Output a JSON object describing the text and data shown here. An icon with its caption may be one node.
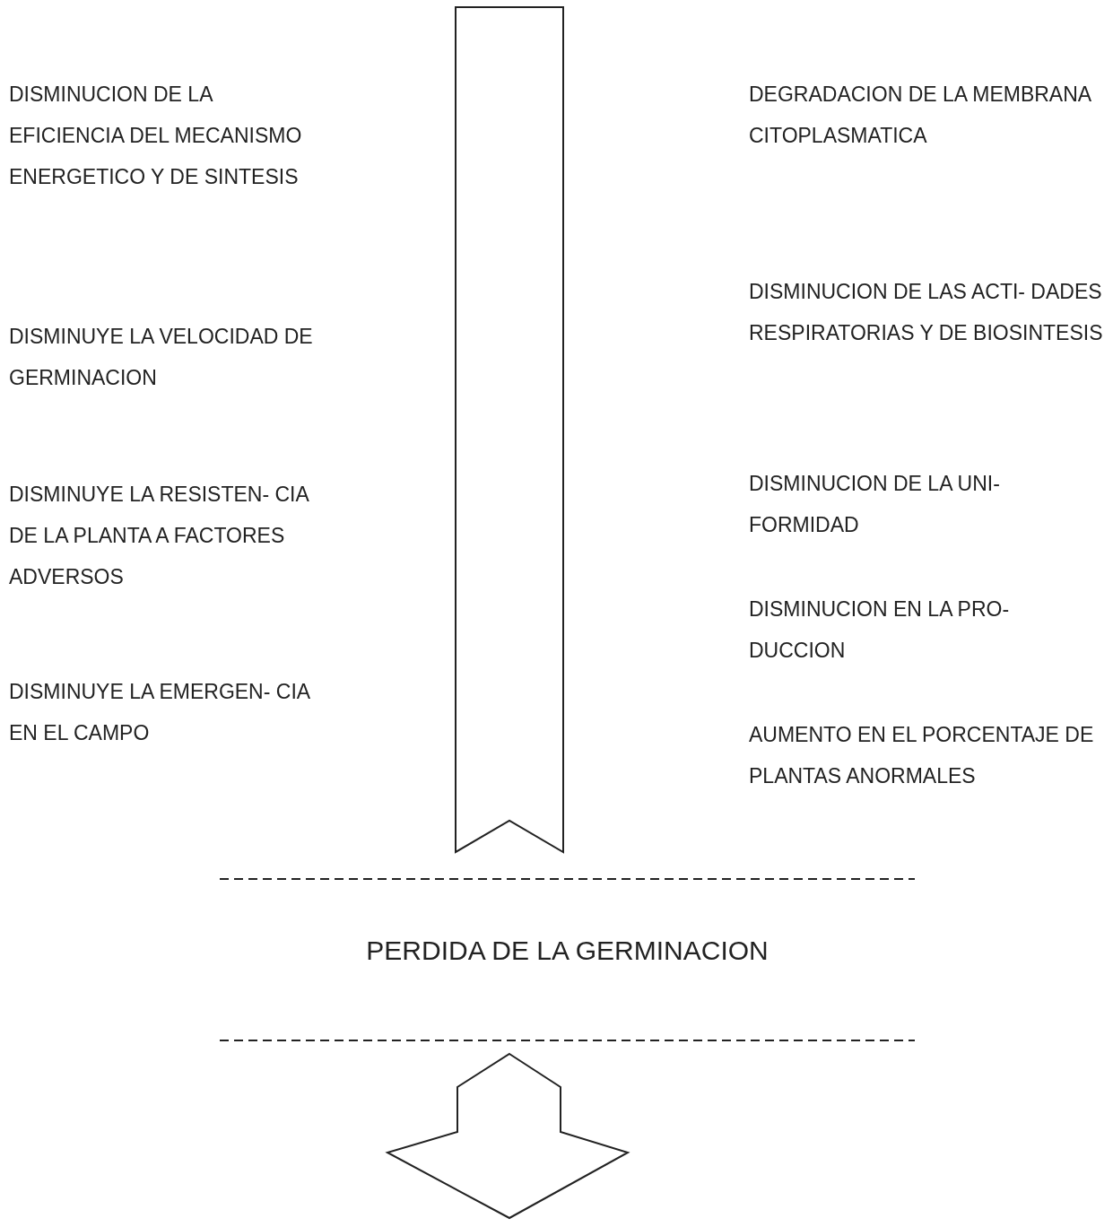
{
  "diagram": {
    "labels": [
      "DISMINUCION DE LA EFICIENCIA DEL MECANISMO ENERGETICO Y DE SINTESIS",
      "DISMINUYE LA VELOCIDAD DE GERMINACION",
      "DISMINUYE LA RESISTEN- CIA DE LA PLANTA A FACTORES ADVERSOS",
      "DISMINUYE LA EMERGEN- CIA EN EL CAMPO",
      "DEGRADACION DE LA MEMBRANA CITOPLASMATICA",
      "DISMINUCION DE LAS ACTI- DADES RESPIRATORIAS Y DE BIOSINTESIS",
      "DISMINUCION DE LA UNI- FORMIDAD",
      "DISMINUCION EN LA PRO- DUCCION",
      "AUMENTO EN EL PORCENTAJE DE PLANTAS ANORMALES",
      "PERDIDA DE LA GERMINACION"
    ]
  }
}
